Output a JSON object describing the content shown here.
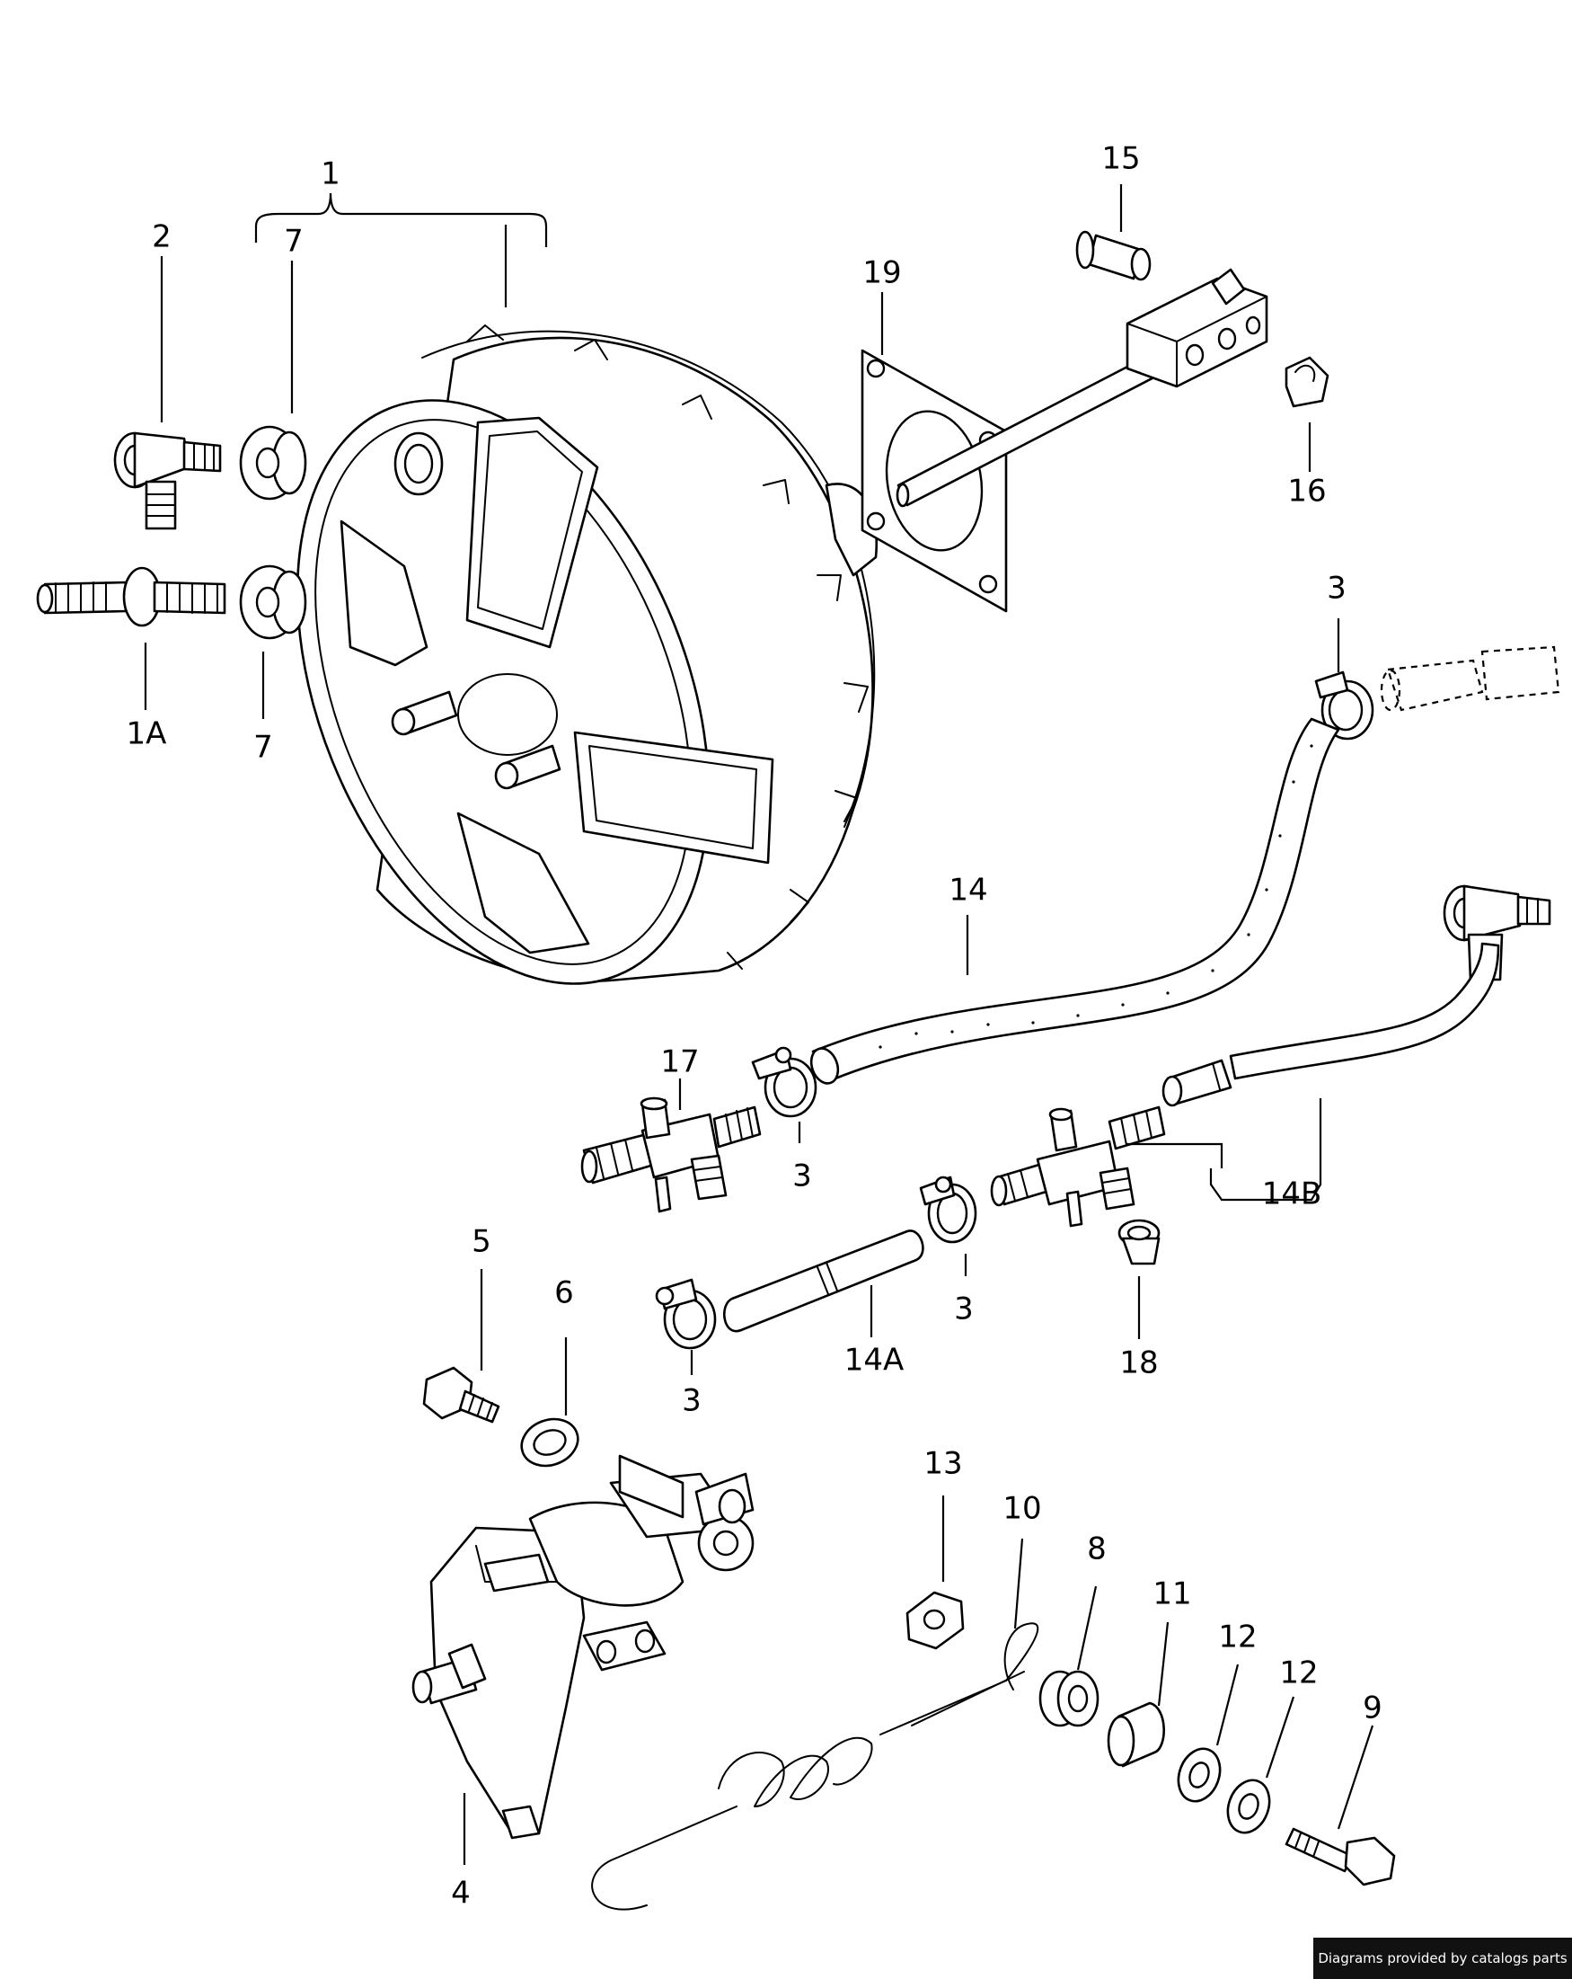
{
  "callouts": [
    {
      "id": "1",
      "text": "1"
    },
    {
      "id": "2",
      "text": "2"
    },
    {
      "id": "7a",
      "text": "7"
    },
    {
      "id": "1A",
      "text": "1A"
    },
    {
      "id": "7b",
      "text": "7"
    },
    {
      "id": "15",
      "text": "15"
    },
    {
      "id": "19",
      "text": "19"
    },
    {
      "id": "16",
      "text": "16"
    },
    {
      "id": "3a",
      "text": "3"
    },
    {
      "id": "14",
      "text": "14"
    },
    {
      "id": "17",
      "text": "17"
    },
    {
      "id": "3b",
      "text": "3"
    },
    {
      "id": "14B",
      "text": "14B"
    },
    {
      "id": "3c",
      "text": "3"
    },
    {
      "id": "14A",
      "text": "14A"
    },
    {
      "id": "3d",
      "text": "3"
    },
    {
      "id": "18",
      "text": "18"
    },
    {
      "id": "5",
      "text": "5"
    },
    {
      "id": "6",
      "text": "6"
    },
    {
      "id": "13",
      "text": "13"
    },
    {
      "id": "10",
      "text": "10"
    },
    {
      "id": "8",
      "text": "8"
    },
    {
      "id": "11",
      "text": "11"
    },
    {
      "id": "12a",
      "text": "12"
    },
    {
      "id": "12b",
      "text": "12"
    },
    {
      "id": "9",
      "text": "9"
    },
    {
      "id": "4",
      "text": "4"
    }
  ],
  "footer": {
    "text": "Diagrams provided by catalogs parts"
  }
}
